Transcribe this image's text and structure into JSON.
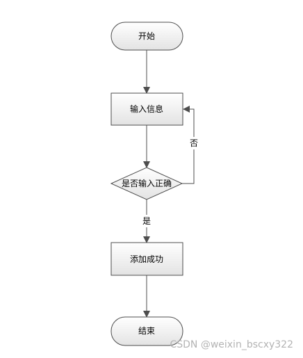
{
  "diagram": {
    "nodes": {
      "start": "开始",
      "input": "输入信息",
      "check": "是否输入正确",
      "success": "添加成功",
      "end": "结束"
    },
    "edges": {
      "no": "否",
      "yes": "是"
    }
  },
  "watermark": "CSDN @weixin_bscxy322",
  "colors": {
    "stroke": "#4d4d4d",
    "fill_top": "#ffffff",
    "fill_bottom": "#e3e3e3",
    "watermark": "#b3b3b3"
  }
}
